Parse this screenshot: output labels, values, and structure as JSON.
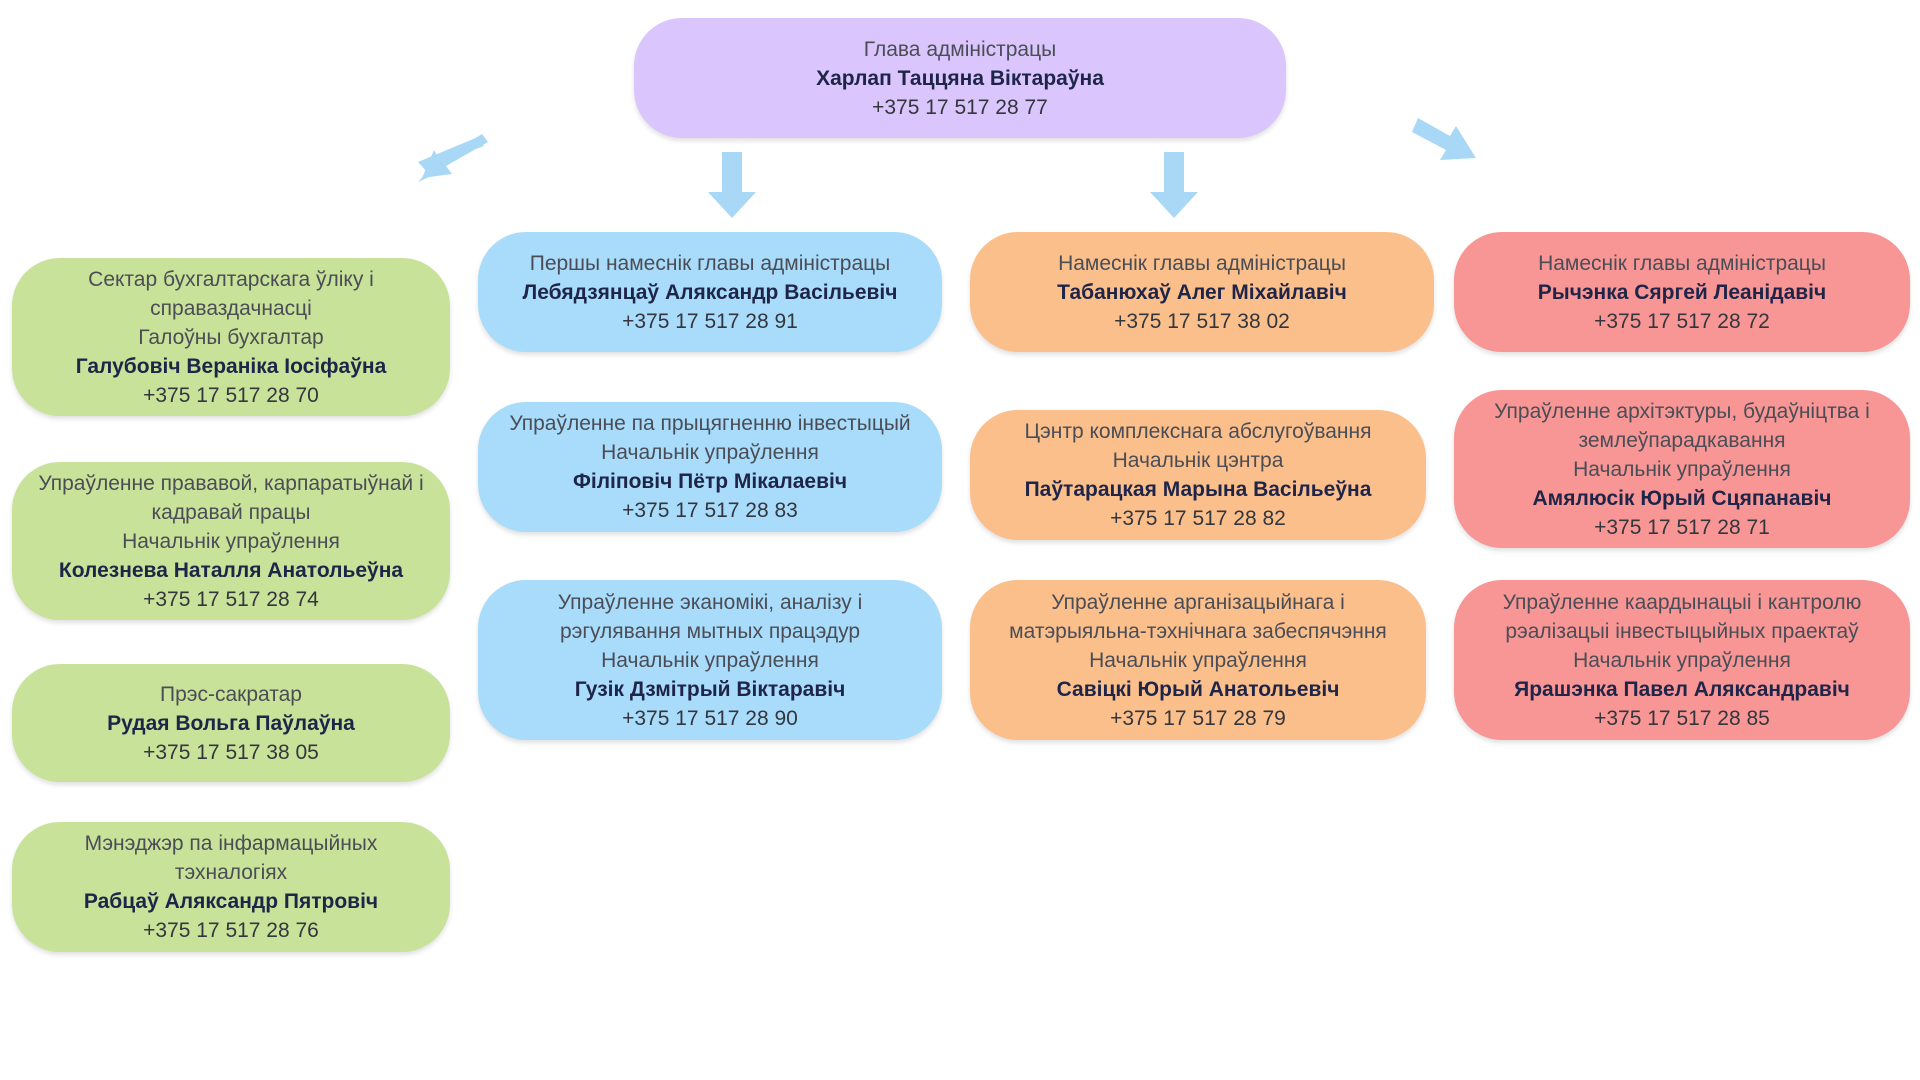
{
  "colors": {
    "head": "#dac6fd",
    "green": "#c9e29a",
    "blue": "#a9dcfb",
    "orange": "#fbbf8c",
    "red": "#f89696",
    "arrow": "#a9d8f6"
  },
  "head": {
    "title": "Глава адміністрацы",
    "name": "Харлап Таццяна Віктараўна",
    "phone": "+375 17 517 28 77"
  },
  "col1": [
    {
      "lines": [
        "Сектар бухгалтарскага ўліку і",
        "справаздачнасці",
        "Галоўны бухгалтар"
      ],
      "name": "Галубовіч Вераніка Іосіфаўна",
      "phone": "+375 17 517 28 70"
    },
    {
      "lines": [
        "Упраўленне прававой, карпаратыўнай і",
        "кадравай працы",
        "Начальнік упраўлення"
      ],
      "name": "Колезнева Наталля Анатольеўна",
      "phone": "+375 17 517 28 74"
    },
    {
      "lines": [
        "Прэс-сакратар"
      ],
      "name": "Рудая Вольга Паўлаўна",
      "phone": "+375 17 517 38 05"
    },
    {
      "lines": [
        "Мэнэджэр па інфармацыйных",
        "тэхналогіях"
      ],
      "name": "Рабцаў Аляксандр Пятровіч",
      "phone": "+375 17 517 28 76"
    }
  ],
  "col2": [
    {
      "lines": [
        "Першы намеснік главы адміністрацы"
      ],
      "name": "Лебядзянцаў Аляксандр Васільевіч",
      "phone": "+375 17 517 28 91"
    },
    {
      "lines": [
        "Упраўленне па прыцягненню інвестыцый",
        "Начальнік упраўлення"
      ],
      "name": "Філіповіч Пётр Мікалаевіч",
      "phone": "+375 17 517 28 83"
    },
    {
      "lines": [
        "Упраўленне эканомікі, аналізу і",
        "рэгулявання мытных працэдур",
        "Начальнік упраўлення"
      ],
      "name": "Гузік Дзмітрый Віктаравіч",
      "phone": "+375 17 517 28 90"
    }
  ],
  "col3": [
    {
      "lines": [
        "Намеснік главы адміністрацы"
      ],
      "name": "Табанюхаў Алег Міхайлавіч",
      "phone": "+375 17 517 38 02"
    },
    {
      "lines": [
        "Цэнтр комплекснага абслугоўвання",
        "Начальнік цэнтра"
      ],
      "name": "Паўтарацкая Марына Васільеўна",
      "phone": "+375 17 517 28 82"
    },
    {
      "lines": [
        "Упраўленне арганізацыйнага і",
        "матэрыяльна-тэхнічнага забеспячэння",
        "Начальнік упраўлення"
      ],
      "name": "Савіцкі Юрый Анатольевіч",
      "phone": "+375 17 517 28 79"
    }
  ],
  "col4": [
    {
      "lines": [
        "Намеснік главы адміністрацы"
      ],
      "name": "Рычэнка Сяргей Леанідавіч",
      "phone": "+375 17 517 28 72"
    },
    {
      "lines": [
        "Упраўленне архітэктуры, будаўніцтва і",
        "землеўпарадкавання",
        "Начальнік упраўлення"
      ],
      "name": "Амялюсік Юрый Сцяпанавіч",
      "phone": "+375 17 517 28 71"
    },
    {
      "lines": [
        "Упраўленне каардынацыі і кантролю",
        "рэалізацыі інвестыцыйных праектаў",
        "Начальнік упраўлення"
      ],
      "name": "Ярашэнка Павел Аляксандравіч",
      "phone": "+375 17 517 28 85"
    }
  ]
}
